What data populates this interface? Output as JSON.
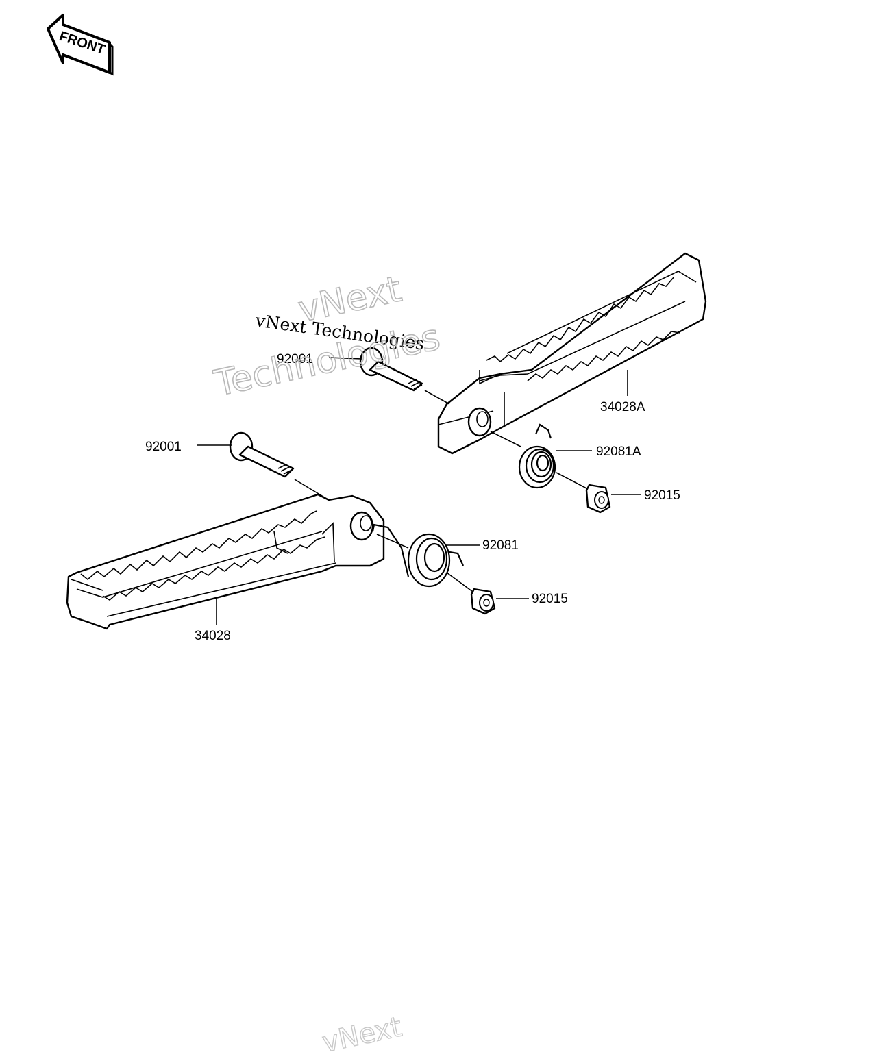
{
  "front_badge": {
    "text": "FRONT"
  },
  "corner_text": "",
  "watermark": {
    "line_serif": "vNext Technologies",
    "outline_word_1": "vNext",
    "outline_word_2": "Technologies",
    "bottom_fragment": "vNext"
  },
  "callouts": {
    "bolt_upper": "92001",
    "footpeg_right": "34028A",
    "spring_right": "92081A",
    "collar_upper": "92015",
    "bolt_lower": "92001",
    "spring_left": "92081",
    "collar_lower": "92015",
    "footpeg_left": "34028"
  },
  "colors": {
    "line": "#000000",
    "background": "#ffffff",
    "watermark": "#b8b8b8"
  }
}
